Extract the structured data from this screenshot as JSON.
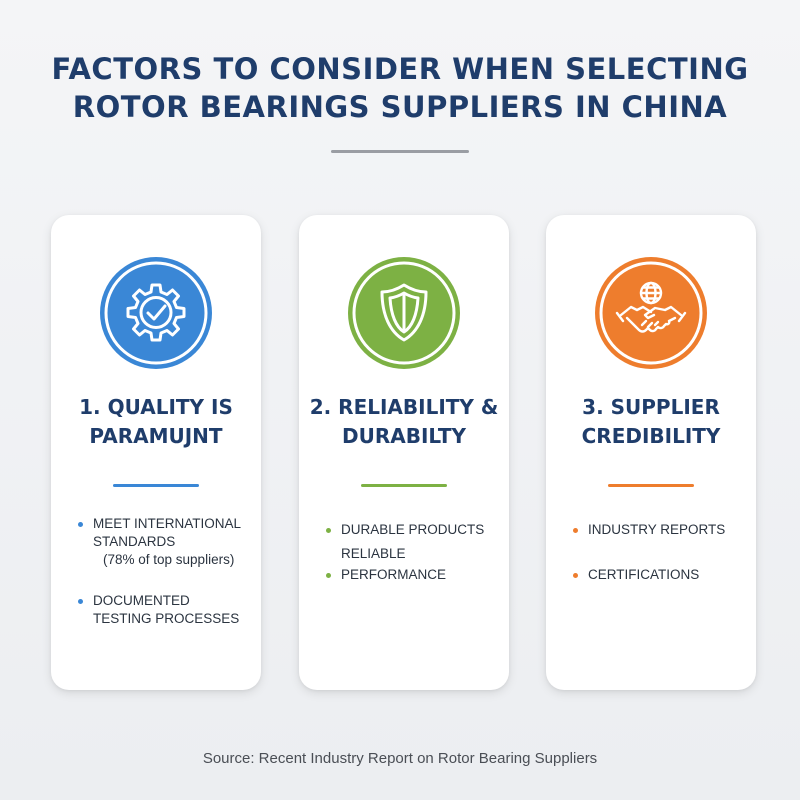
{
  "header": {
    "title_line1": "FACTORS TO CONSIDER WHEN SELECTING",
    "title_line2": "ROTOR BEARINGS SUPPLIERS IN CHINA"
  },
  "colors": {
    "title": "#1f3d6b",
    "quality_accent": "#3a87d6",
    "reliability_accent": "#7db144",
    "credibility_accent": "#ee7d2d"
  },
  "cards": [
    {
      "icon": "gear-check-icon",
      "title_line1": "1. QUALITY IS",
      "title_line2": "PARAMUJNT",
      "items": [
        {
          "lines": [
            "MEET INTERNATIONAL",
            "STANDARDS",
            "(78% of top suppliers)"
          ]
        },
        {
          "lines": [
            "DOCUMENTED",
            "TESTING PROCESSES"
          ]
        }
      ]
    },
    {
      "icon": "shield-icon",
      "title_line1": "2. RELIABILITY &",
      "title_line2": "DURABILTY",
      "items": [
        {
          "lines": [
            "DURABLE PRODUCTS",
            "RELIABLE"
          ]
        },
        {
          "lines": [
            "PERFORMANCE"
          ]
        }
      ]
    },
    {
      "icon": "globe-handshake-icon",
      "title_line1": "3. SUPPLIER",
      "title_line2": "CREDIBILITY",
      "items": [
        {
          "lines": [
            "INDUSTRY REPORTS"
          ]
        },
        {
          "lines": [
            "CERTIFICATIONS"
          ]
        }
      ]
    }
  ],
  "footer": {
    "source": "Source: Recent Industry Report on Rotor Bearing Suppliers"
  }
}
